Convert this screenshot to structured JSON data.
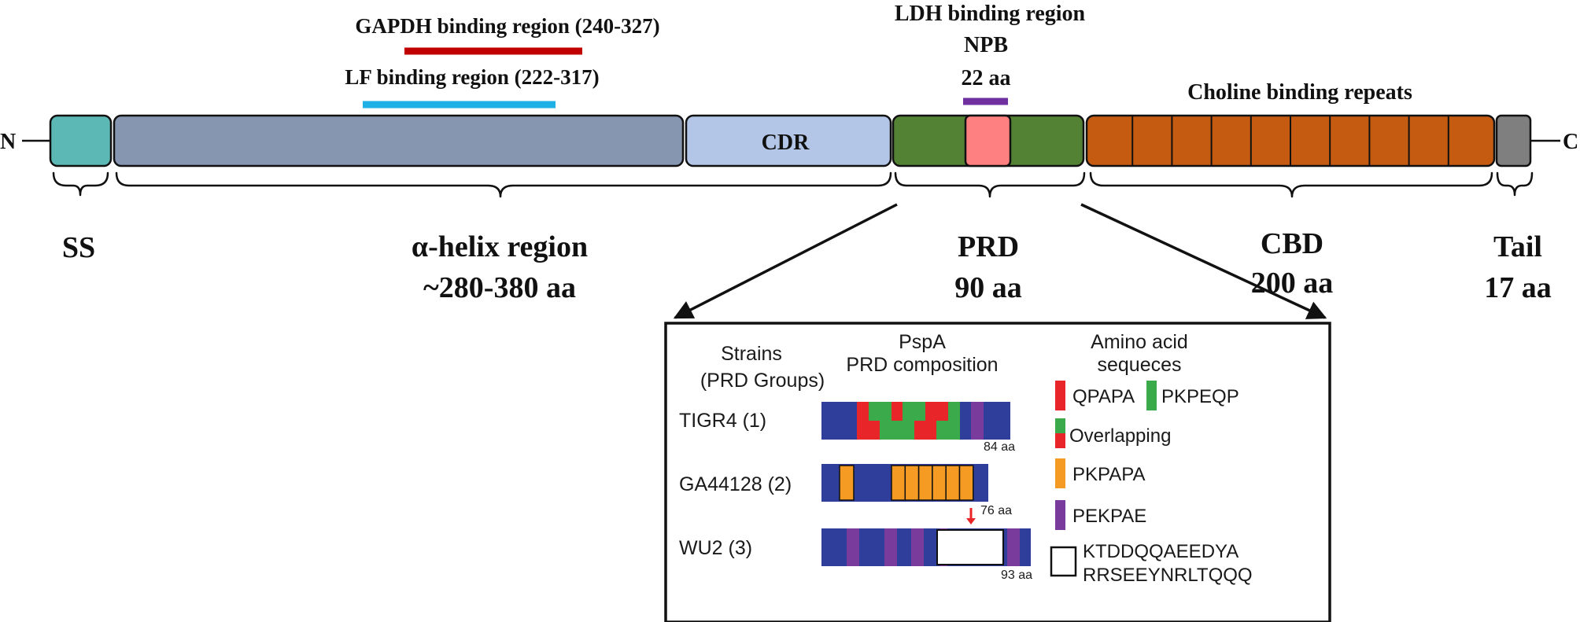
{
  "protein": {
    "n_terminus": "N",
    "c_terminus": "C",
    "domains": [
      {
        "id": "ss",
        "label": "",
        "color": "#5bb8b4"
      },
      {
        "id": "helix",
        "label": "",
        "color": "#8796b0"
      },
      {
        "id": "cdr",
        "label": "CDR",
        "color": "#b3c6e8"
      },
      {
        "id": "prd",
        "label": "",
        "color": "#548235"
      },
      {
        "id": "npb",
        "label": "",
        "color": "#ff8080"
      },
      {
        "id": "cbd",
        "label": "",
        "color": "#c55a11",
        "repeat_count": 10
      },
      {
        "id": "tail",
        "label": "",
        "color": "#7f7f7f"
      }
    ]
  },
  "binding_regions": {
    "gapdh": {
      "label": "GAPDH binding region (240-327)",
      "color": "#c00000"
    },
    "lf": {
      "label": "LF binding region (222-317)",
      "color": "#1fb0e6"
    },
    "ldh": {
      "line1": "LDH binding region",
      "line2": "NPB",
      "line3": "22 aa",
      "color": "#7030a0"
    },
    "choline": {
      "label": "Choline binding repeats"
    }
  },
  "regions": {
    "ss": {
      "name": "SS",
      "size": ""
    },
    "helix": {
      "name": "α-helix region",
      "size": "~280-380 aa"
    },
    "prd": {
      "name": "PRD",
      "size": "90 aa"
    },
    "cbd": {
      "name": "CBD",
      "size": "200 aa"
    },
    "tail": {
      "name": "Tail",
      "size": "17 aa"
    }
  },
  "inset": {
    "header_strains": [
      "Strains",
      "(PRD Groups)"
    ],
    "header_composition": [
      "PspA",
      "PRD composition"
    ],
    "header_sequences": [
      "Amino acid",
      "sequeces"
    ],
    "strains": [
      {
        "name": "TIGR4 (1)",
        "length": "84 aa"
      },
      {
        "name": "GA44128 (2)",
        "length": "76 aa"
      },
      {
        "name": "WU2 (3)",
        "length": "93 aa"
      }
    ],
    "legend": {
      "qpapa": "QPAPA",
      "pkpeqp": "PKPEQP",
      "overlapping": "Overlapping",
      "pkpapa": "PKPAPA",
      "pekpae": "PEKPAE",
      "insert_line1": "KTDDQQAEEDYA",
      "insert_line2": "RRSEEYNRLTQQQ"
    },
    "colors": {
      "base": "#2e3e9a",
      "red": "#e8262a",
      "green": "#3aaa4a",
      "orange": "#f59a23",
      "purple": "#7a3c9c",
      "arrow": "#e8262a"
    }
  }
}
